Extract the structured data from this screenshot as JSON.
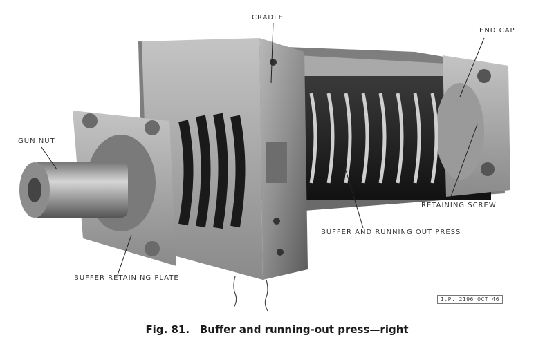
{
  "figure": {
    "labels": {
      "cradle": "CRADLE",
      "end_cap": "END CAP",
      "gun_nut": "GUN NUT",
      "retaining_screw": "RETAINING SCREW",
      "buffer_press": "BUFFER AND RUNNING OUT PRESS",
      "retaining_plate": "BUFFER RETAINING PLATE"
    },
    "plate_reference": "I.P. 2196 OCT 46"
  },
  "caption": {
    "number": "Fig. 81.",
    "title": "Buffer and running-out press—right"
  }
}
